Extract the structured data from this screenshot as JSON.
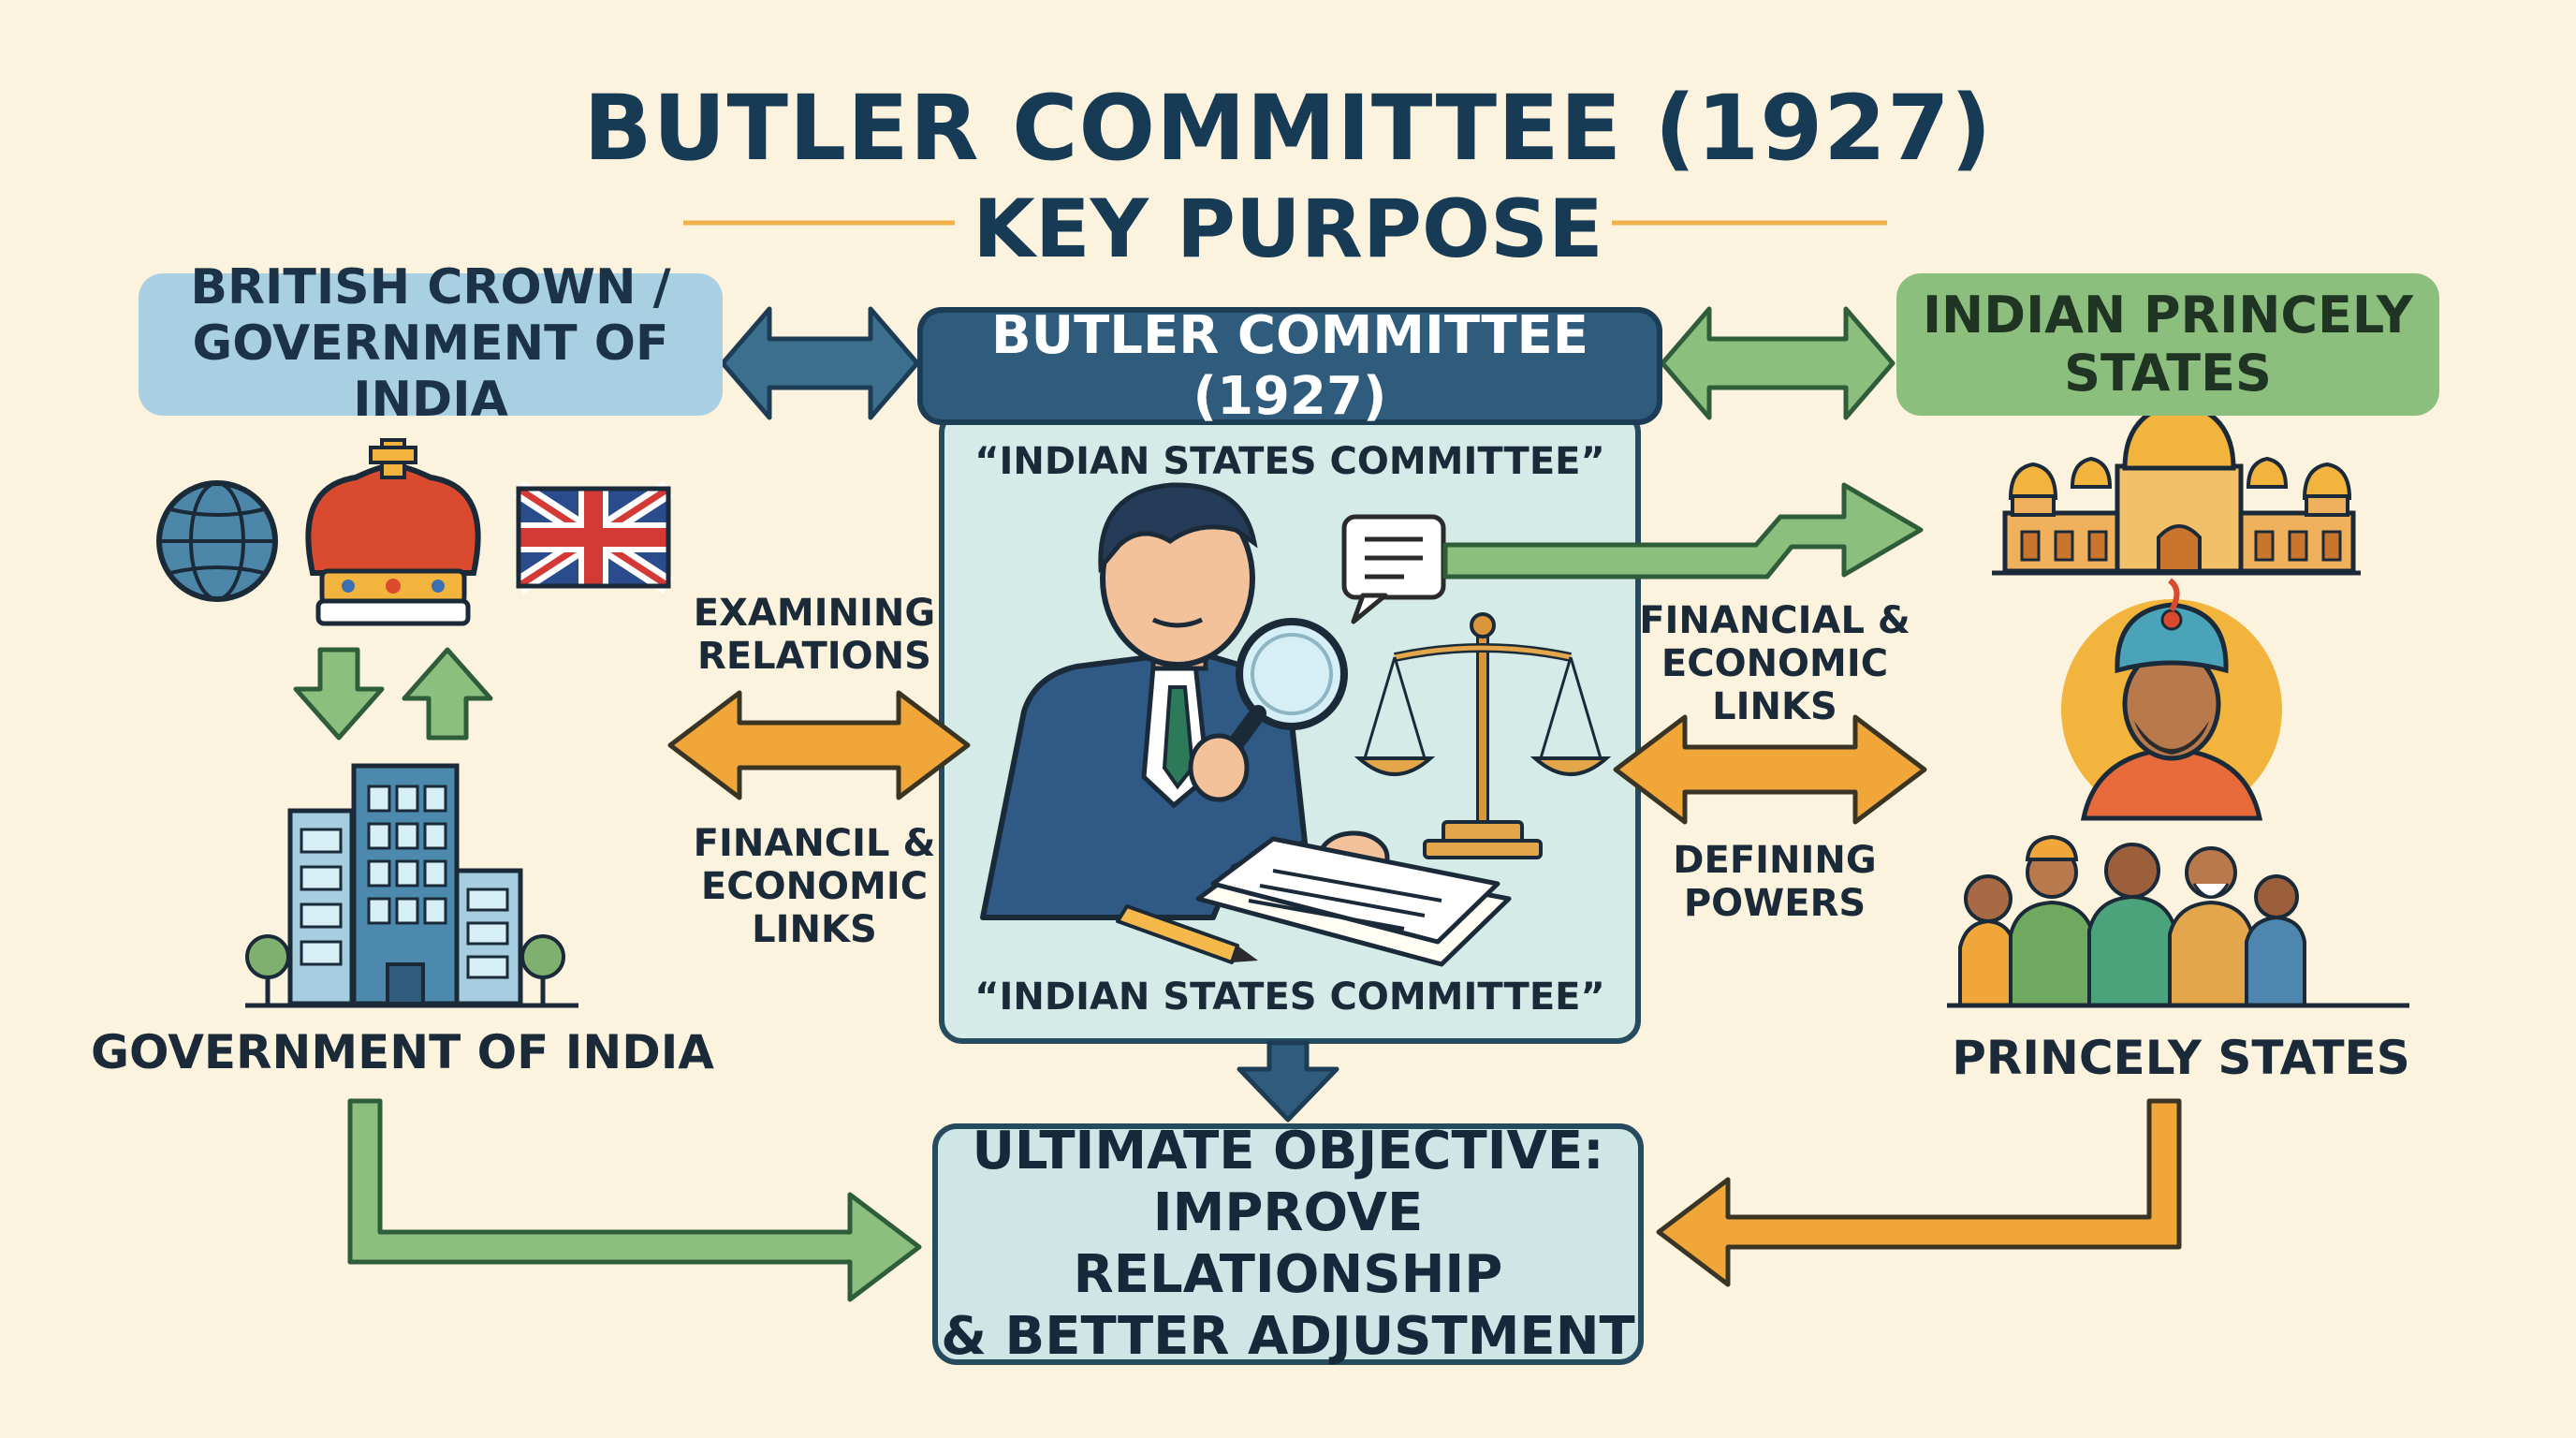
{
  "title": {
    "line1": "BUTLER COMMITTEE (1927)",
    "line2": "KEY PURPOSE"
  },
  "left_box": {
    "line1": "BRITISH CROWN /",
    "line2": "GOVERNMENT OF INDIA"
  },
  "center_box": {
    "title": "BUTLER COMMITTEE (1927)"
  },
  "right_box": {
    "line1": "INDIAN PRINCELY",
    "line2": "STATES"
  },
  "center_panel": {
    "top_caption": "“INDIAN STATES COMMITTEE”",
    "bottom_caption": "“INDIAN STATES COMMITTEE”"
  },
  "left_labels": {
    "examining": {
      "line1": "EXAMINING",
      "line2": "RELATIONS"
    },
    "financial": {
      "line1": "FINANCIL &",
      "line2": "ECONOMIC",
      "line3": "LINKS"
    }
  },
  "right_labels": {
    "financial": {
      "line1": "FINANCIAL &",
      "line2": "ECONOMIC",
      "line3": "LINKS"
    },
    "defining": {
      "line1": "DEFINING",
      "line2": "POWERS"
    }
  },
  "left_caption": "GOVERNMENT OF INDIA",
  "right_caption": "PRINCELY STATES",
  "objective": {
    "line1": "ULTIMATE OBJECTIVE:",
    "line2": "IMPROVE RELATIONSHIP",
    "line3": "& BETTER ADJUSTMENT"
  },
  "colors": {
    "background": "#fbf3dd",
    "navy": "#2f5c7c",
    "blue_box": "#a9cfe3",
    "green_box": "#8cbf7e",
    "orange_arrow": "#f0a638",
    "green_arrow": "#7fb06f",
    "panel": "#d4ebe8"
  },
  "icons": [
    "globe-icon",
    "crown-icon",
    "union-jack-flag-icon",
    "down-arrow-icon",
    "up-arrow-icon",
    "office-building-icon",
    "palace-icon",
    "maharaja-portrait-icon",
    "people-group-icon",
    "man-with-magnifier-icon",
    "speech-bubble-icon",
    "scales-of-justice-icon",
    "documents-icon",
    "pencil-icon"
  ]
}
